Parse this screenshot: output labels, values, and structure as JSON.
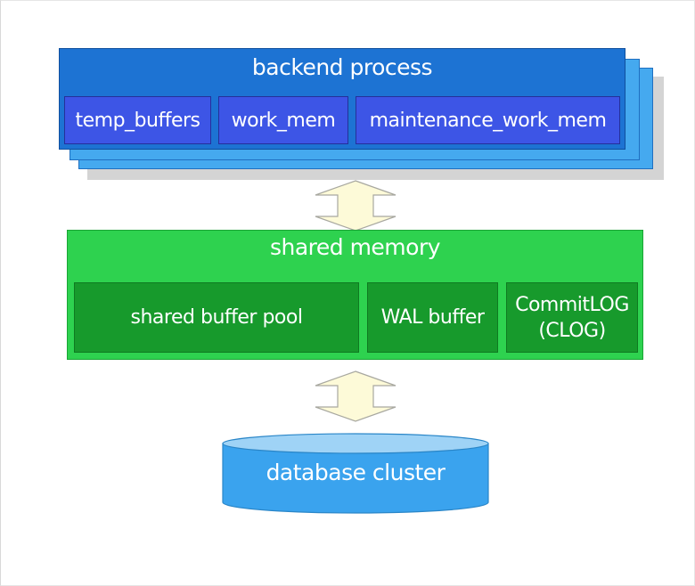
{
  "backend": {
    "title": "backend process",
    "cells": [
      "temp_buffers",
      "work_mem",
      "maintenance_work_mem"
    ]
  },
  "shared_memory": {
    "title": "shared memory",
    "cells": [
      "shared buffer pool",
      "WAL buffer",
      "CommitLOG (CLOG)"
    ]
  },
  "storage": {
    "label": "database cluster"
  },
  "colors": {
    "backend": "#1d73d3",
    "backend_cell": "#3d55e6",
    "shared": "#2ed24f",
    "shared_cell": "#179a2c",
    "arrow_fill": "#fdfad8",
    "database": "#3aa3ee"
  }
}
